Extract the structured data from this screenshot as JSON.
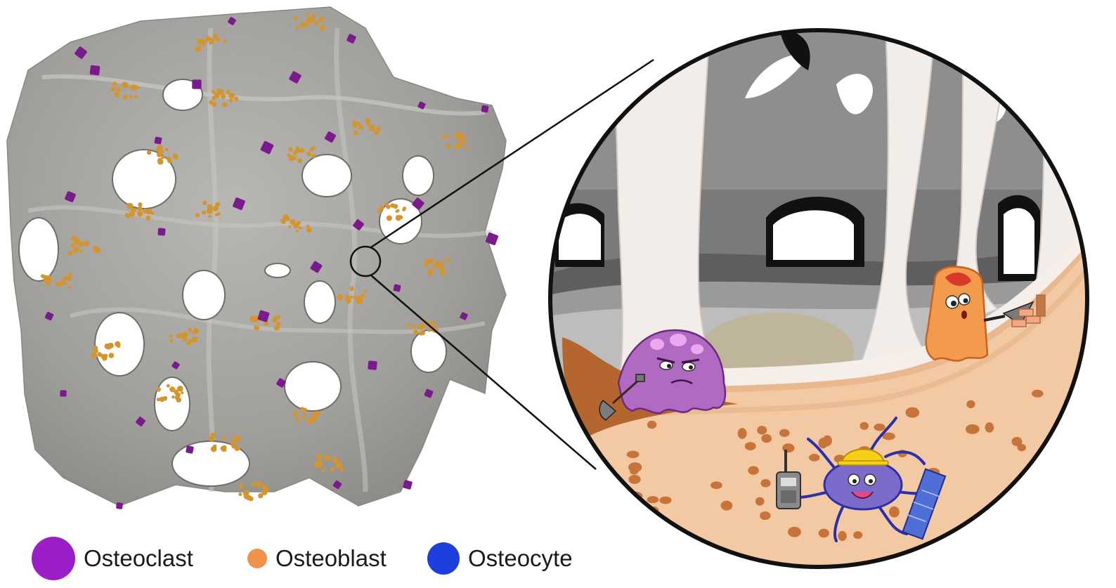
{
  "legend": [
    {
      "label": "Osteoclast",
      "color": "#9b1fc9"
    },
    {
      "label": "Osteoblast",
      "color": "#f0924a"
    },
    {
      "label": "Osteocyte",
      "color": "#1f3fdc"
    }
  ],
  "colors": {
    "bone_surface": "#a8a6a2",
    "bone_shadow": "#7f7d79",
    "osteoclast": "#7a1a8c",
    "osteoblast": "#d4952e",
    "matrix": "#f3c9a3",
    "matrix_dots": "#c7743a",
    "trabecula": "#f2ede8",
    "cavity": "#6e6e6e"
  },
  "icons": [
    "osteoclast-character-icon",
    "osteoblast-character-icon",
    "osteocyte-character-icon",
    "shovel-icon",
    "trowel-icon",
    "walkie-talkie-icon",
    "blueprint-icon",
    "hard-hat-icon"
  ]
}
